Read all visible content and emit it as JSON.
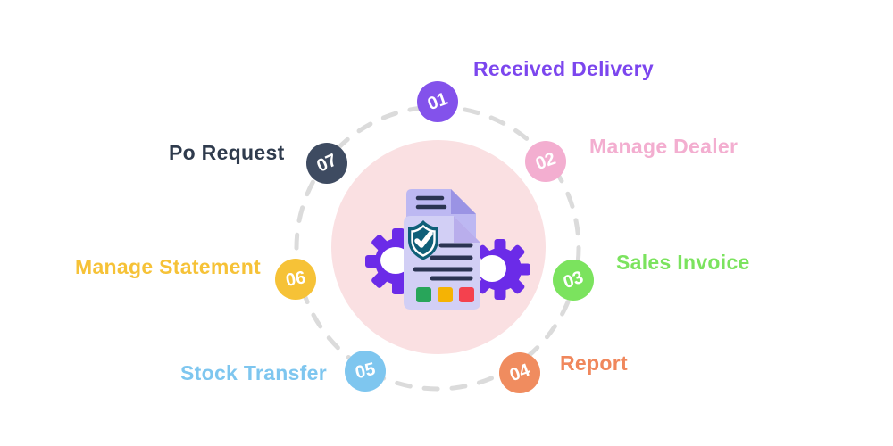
{
  "diagram_name": "inventory-management-process-cycle",
  "steps": [
    {
      "number": "01",
      "label": "Received Delivery",
      "badge_color": "#8352EB",
      "label_color": "#7C46EE"
    },
    {
      "number": "02",
      "label": "Manage Dealer",
      "badge_color": "#F3AED0",
      "label_color": "#F3AED0"
    },
    {
      "number": "03",
      "label": "Sales Invoice",
      "badge_color": "#7BE35E",
      "label_color": "#7BE35E"
    },
    {
      "number": "04",
      "label": "Report",
      "badge_color": "#F08C5F",
      "label_color": "#F0875C"
    },
    {
      "number": "05",
      "label": "Stock Transfer",
      "badge_color": "#7EC6EF",
      "label_color": "#7EC6EF"
    },
    {
      "number": "06",
      "label": "Manage Statement",
      "badge_color": "#F6C237",
      "label_color": "#F6C237"
    },
    {
      "number": "07",
      "label": "Po Request",
      "badge_color": "#3E4B61",
      "label_color": "#2F3B4D"
    }
  ],
  "colors": {
    "background": "#FFFFFF",
    "dashed_ring": "#DBDBDB",
    "center_circle": "#FAE0E2"
  },
  "center_icon": {
    "name": "secured-document-with-gears-icon",
    "colors": {
      "gear": "#6B2BE8",
      "gear_hole": "#FFFFFF",
      "doc_back": "#BDB8F2",
      "doc_back_fold": "#9A93E4",
      "doc_front": "#D2CFF5",
      "doc_front_fold": "#B9AEEC",
      "shield": "#0F5F78",
      "shield_inner_stroke": "#FFFFFF",
      "check": "#FFFFFF",
      "text_lines": "#2B3452",
      "square_green": "#28A55A",
      "square_amber": "#F5B304",
      "square_red": "#F4414E"
    }
  }
}
